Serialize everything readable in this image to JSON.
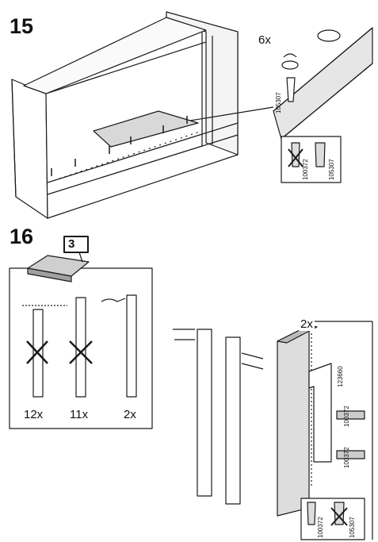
{
  "steps": [
    {
      "number": "15",
      "count": "6x",
      "codes": {
        "main": "105307",
        "alt_crossed": "100372",
        "alt_ok": "105307"
      }
    },
    {
      "number": "16",
      "box_ref": "3",
      "strips": [
        {
          "count": "12x"
        },
        {
          "count": "11x"
        },
        {
          "count": "2x"
        }
      ],
      "bracket_count": "2x",
      "codes": {
        "bracket": "123660",
        "screw_top": "100372",
        "screw_bottom": "100372",
        "alt_ok": "100372",
        "alt_crossed": "105307"
      }
    }
  ],
  "colors": {
    "line": "#1a1a1a",
    "gray": "#cfcfcf",
    "dark": "#6b6b6b"
  }
}
